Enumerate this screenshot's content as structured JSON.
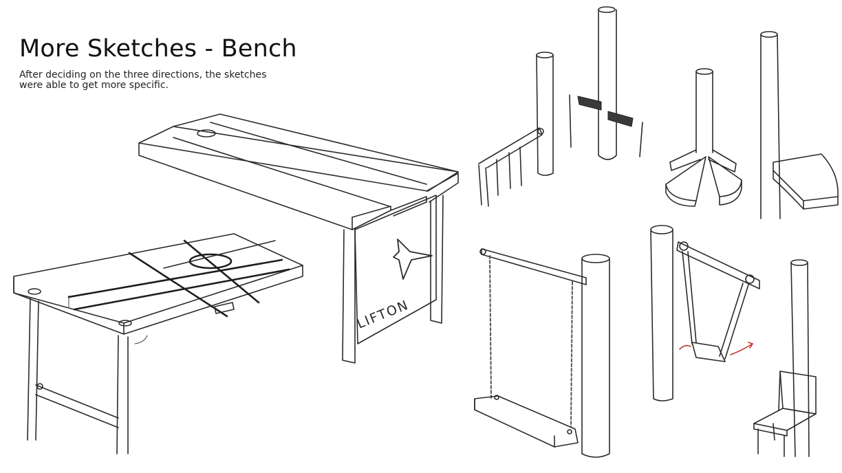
{
  "slide": {
    "title": "More Sketches - Bench",
    "subtitle": "After deciding on the three directions, the sketches were able to get more specific."
  },
  "sketches": {
    "carved_name": "LIFTON",
    "ink_color": "#2a2a2a",
    "accent_color": "#c0392b"
  }
}
